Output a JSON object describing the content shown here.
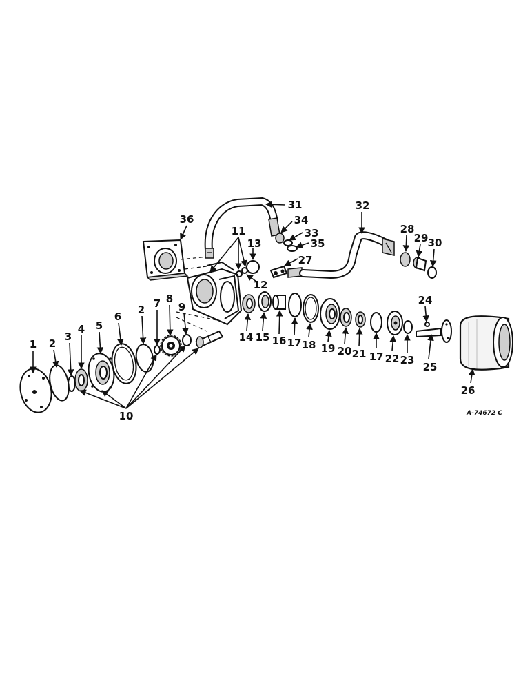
{
  "drawing_ref": "A-74672 C",
  "callouts": {
    "c1": "1",
    "c2": "2",
    "c3": "3",
    "c4": "4",
    "c5": "5",
    "c6": "6",
    "c2b": "2",
    "c7": "7",
    "c8": "8",
    "c9": "9",
    "c10": "10",
    "c11": "11",
    "c12": "12",
    "c13": "13",
    "c14": "14",
    "c15": "15",
    "c16": "16",
    "c17": "17",
    "c18": "18",
    "c19": "19",
    "c20": "20",
    "c21": "21",
    "c17b": "17",
    "c22": "22",
    "c23": "23",
    "c24": "24",
    "c25": "25",
    "c26": "26",
    "c27": "27",
    "c28": "28",
    "c29": "29",
    "c30": "30",
    "c31": "31",
    "c32": "32",
    "c33": "33",
    "c34": "34",
    "c35": "35",
    "c36": "36"
  }
}
